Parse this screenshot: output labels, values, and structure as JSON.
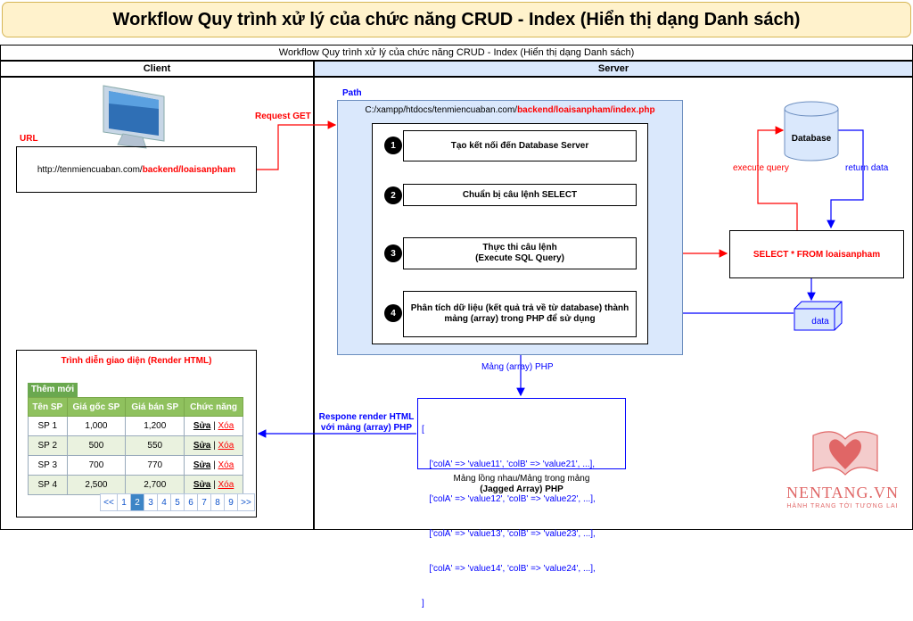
{
  "banner_title": "Workflow Quy trình xử lý của chức năng CRUD - Index (Hiển thị dạng Danh sách)",
  "pool_title": "Workflow Quy trình xử lý của chức năng CRUD - Index (Hiển thị dạng Danh sách)",
  "lanes": {
    "client": "Client",
    "server": "Server"
  },
  "client": {
    "url_label": "URL",
    "url_prefix": "http://tenmiencuaban.com/",
    "url_highlight": "backend/loaisanpham",
    "request_label": "Request GET",
    "response_label_line1": "Respone render HTML",
    "response_label_line2": "với mảng (array) PHP"
  },
  "server": {
    "path_label": "Path",
    "path_prefix": "C:/xampp/htdocs/tenmiencuaban.com/",
    "path_highlight": "backend/loaisanpham/index.php",
    "steps": [
      {
        "num": "1",
        "text": "Tạo kết nối đến Database Server"
      },
      {
        "num": "2",
        "text": "Chuẩn bị câu lệnh SELECT"
      },
      {
        "num": "3",
        "text": "Thực thi câu lệnh\n(Execute SQL Query)"
      },
      {
        "num": "4",
        "text": "Phân tích dữ liệu (kết quả trả về từ database) thành mảng (array) trong PHP để sử dụng"
      }
    ],
    "database_label": "Database",
    "execute_query_label": "execute query",
    "return_data_label": "return data",
    "sql": "SELECT * FROM loaisanpham",
    "data_label": "data",
    "array_flow_label": "Mảng (array) PHP",
    "array_lines": [
      "[",
      "   ['colA' => 'value11', 'colB' => 'value21', ...],",
      "   ['colA' => 'value12', 'colB' => 'value22', ...],",
      "   ['colA' => 'value13', 'colB' => 'value23', ...],",
      "   ['colA' => 'value14', 'colB' => 'value24', ...],",
      "]"
    ],
    "array_caption_line1": "Mảng lồng nhau/Mảng trong mảng",
    "array_caption_line2": "(Jagged Array) PHP"
  },
  "render": {
    "title": "Trình diễn giao diện (Render HTML)",
    "add_button": "Thêm mới",
    "columns": [
      "Tên SP",
      "Giá gốc SP",
      "Giá bán SP",
      "Chức năng"
    ],
    "rows": [
      {
        "name": "SP 1",
        "base": "1,000",
        "sale": "1,200"
      },
      {
        "name": "SP 2",
        "base": "500",
        "sale": "550"
      },
      {
        "name": "SP 3",
        "base": "700",
        "sale": "770"
      },
      {
        "name": "SP 4",
        "base": "2,500",
        "sale": "2,700"
      }
    ],
    "edit_label": "Sửa",
    "separator": "|",
    "delete_label": "Xóa",
    "pager": [
      "<<",
      "1",
      "2",
      "3",
      "4",
      "5",
      "6",
      "7",
      "8",
      "9",
      ">>"
    ],
    "pager_active": "2"
  },
  "logo": {
    "name": "NENTANG.VN",
    "tagline": "HÀNH TRANG TỚI TƯƠNG LAI",
    "color": "#e06666"
  }
}
